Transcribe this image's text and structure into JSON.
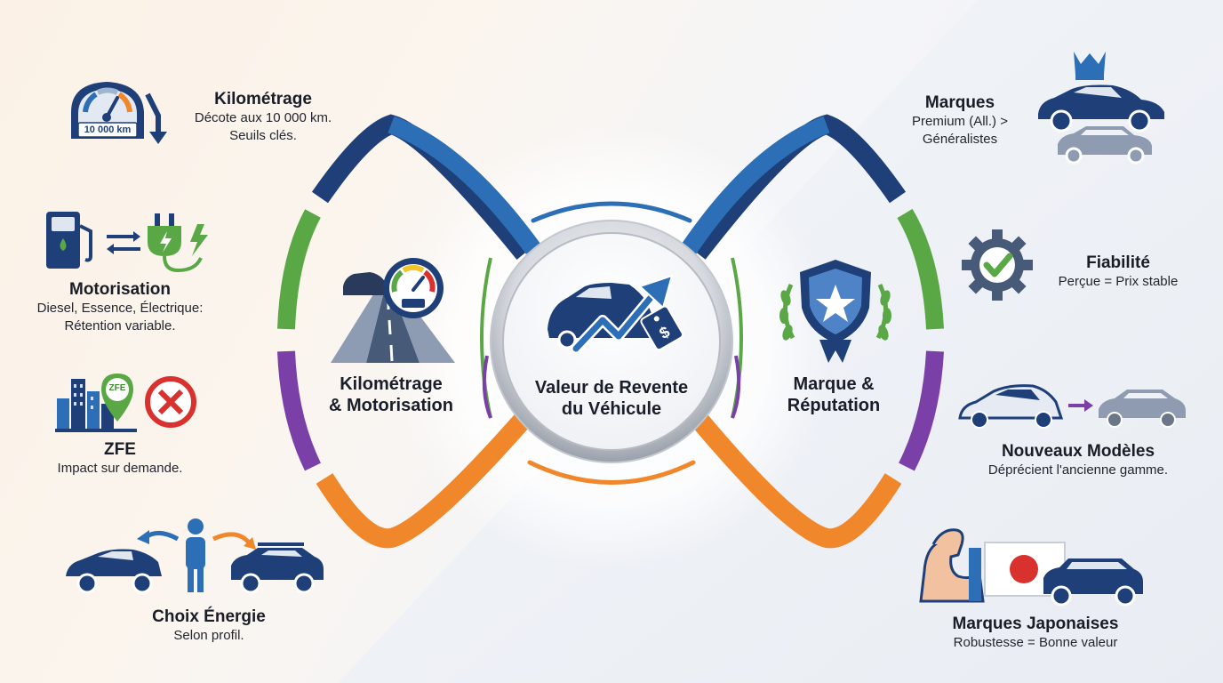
{
  "center": {
    "line1": "Valeur de Revente",
    "line2": "du Véhicule"
  },
  "hubs": {
    "left": {
      "line1": "Kilométrage",
      "line2": "& Motorisation"
    },
    "right": {
      "line1": "Marque &",
      "line2": "Réputation"
    }
  },
  "factors": {
    "kilometrage": {
      "title": "Kilométrage",
      "desc1": "Décote aux 10 000 km.",
      "desc2": "Seuils clés.",
      "odometer": "10 000 km"
    },
    "motorisation": {
      "title": "Motorisation",
      "desc1": "Diesel, Essence, Électrique:",
      "desc2": "Rétention variable."
    },
    "zfe": {
      "title": "ZFE",
      "desc1": "Impact sur demande.",
      "badge": "ZFE"
    },
    "choix": {
      "title": "Choix Énergie",
      "desc1": "Selon profil."
    },
    "marques": {
      "title": "Marques",
      "desc1": "Premium (All.) >",
      "desc2": "Généralistes"
    },
    "fiabilite": {
      "title": "Fiabilité",
      "desc1": "Perçue = Prix stable"
    },
    "nouveaux": {
      "title": "Nouveaux Modèles",
      "desc1": "Déprécient l'ancienne gamme."
    },
    "japonaises": {
      "title": "Marques Japonaises",
      "desc1": "Robustesse = Bonne valeur"
    }
  },
  "colors": {
    "navy": "#1e3f78",
    "blue": "#2c6fb6",
    "green": "#5aa845",
    "purple": "#7b3fa8",
    "orange": "#f0872a",
    "red": "#d9322e"
  }
}
